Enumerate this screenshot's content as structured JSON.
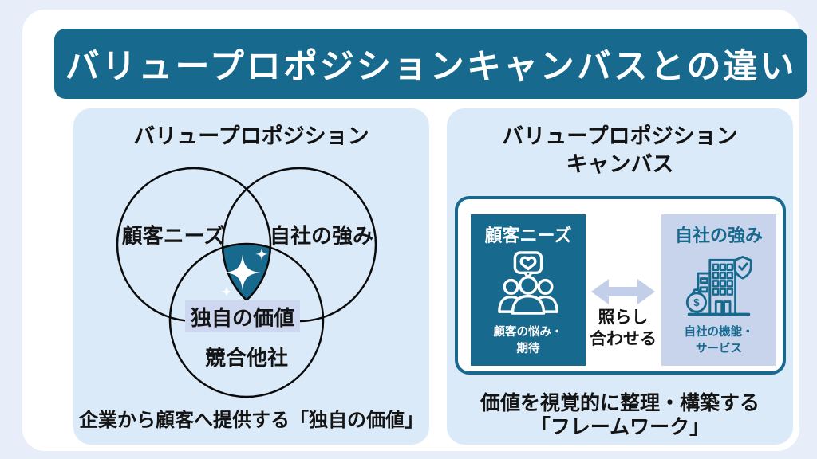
{
  "colors": {
    "page_bg": "#e7eef9",
    "accent": "#17698e",
    "panel_bg": "#dbeaf8",
    "chip_bg": "#cdd7ef",
    "card_light": "#c8d4ec",
    "arrow": "#c3cfe9",
    "ink": "#141414"
  },
  "header": {
    "title": "バリュープロポジションキャンバスとの違い"
  },
  "left_panel": {
    "title": "バリュープロポジション",
    "venn": {
      "label_top_left": "顧客ニーズ",
      "label_top_right": "自社の強み",
      "label_bottom": "競合他社",
      "center_chip": "独自の価値",
      "center_icon": "sparkle-icon"
    },
    "caption": "企業から顧客へ提供する「独自の価値」"
  },
  "right_panel": {
    "title_line1": "バリュープロポジション",
    "title_line2": "キャンバス",
    "canvas": {
      "customer_card": {
        "title": "顧客ニーズ",
        "icon": "people-heart-icon",
        "sub_line1": "顧客の悩み・",
        "sub_line2": "期待"
      },
      "compare": {
        "icon": "double-arrow-icon",
        "line1": "照らし",
        "line2": "合わせる"
      },
      "company_card": {
        "title": "自社の強み",
        "icon": "company-building-icon",
        "dollar_sign": "$",
        "sub_line1": "自社の機能・",
        "sub_line2": "サービス"
      }
    },
    "caption_line1": "価値を視覚的に整理・構築する",
    "caption_line2": "「フレームワーク」"
  }
}
